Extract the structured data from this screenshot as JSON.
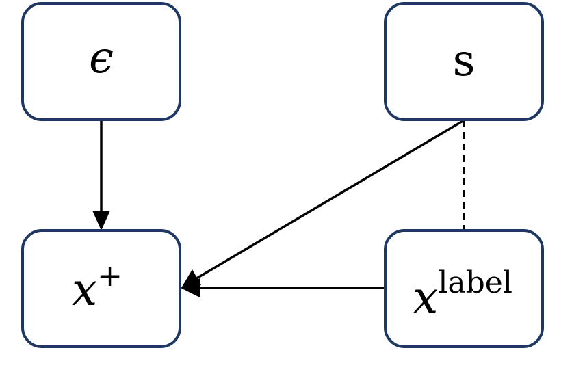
{
  "nodes": {
    "epsilon": {
      "label": "ϵ"
    },
    "s": {
      "label": "s"
    },
    "x_plus": {
      "base": "x",
      "superscript": "+"
    },
    "x_label": {
      "base": "x",
      "superscript": "label"
    }
  },
  "edges": [
    {
      "from": "epsilon",
      "to": "x_plus",
      "style": "solid",
      "arrow": true
    },
    {
      "from": "s",
      "to": "x_plus",
      "style": "solid",
      "arrow": true
    },
    {
      "from": "x_label",
      "to": "x_plus",
      "style": "solid",
      "arrow": true
    },
    {
      "from": "s",
      "to": "x_label",
      "style": "dashed",
      "arrow": false
    }
  ],
  "colors": {
    "node_border": "#1f3863",
    "edge": "#000000"
  }
}
